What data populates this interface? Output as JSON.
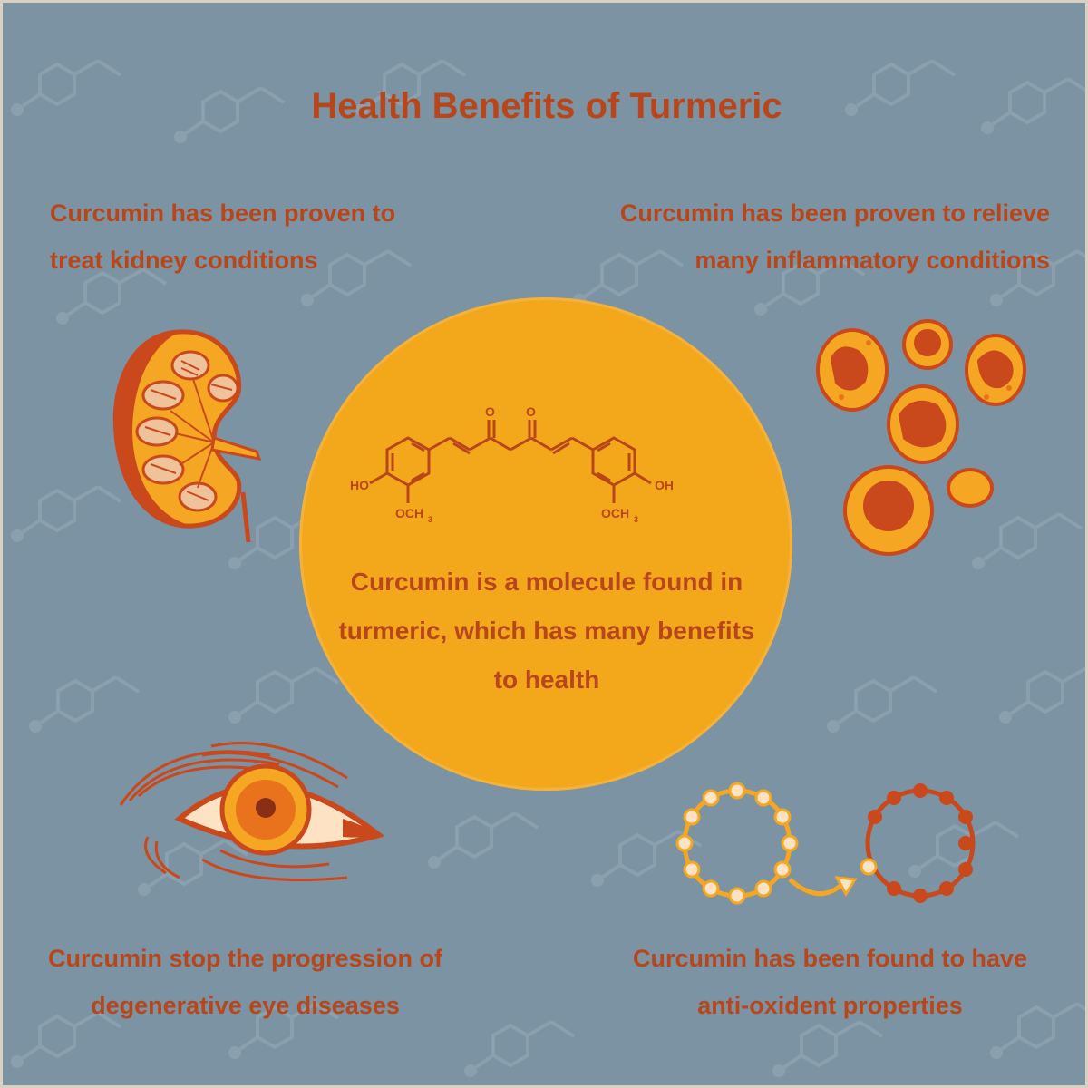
{
  "title": "Health Benefits of Turmeric",
  "kidney_text": "Curcumin has been proven to treat kidney conditions",
  "inflammatory_text": "Curcumin has been proven to relieve many inflammatory conditions",
  "center_text": "Curcumin is a molecule found in turmeric, which has many benefits to health",
  "eye_text": "Curcumin stop the progression of degenerative eye diseases",
  "antioxidant_text": "Curcumin has been found to have anti-oxident properties",
  "molecule_labels": {
    "oxygen_left": "O",
    "oxygen_right": "O",
    "hydroxyl_left": "HO",
    "hydroxyl_right": "OH",
    "methoxy_left": "OCH",
    "methoxy_right": "OCH",
    "subscript": "3"
  },
  "colors": {
    "background": "#7c93a3",
    "accent_text": "#b8461b",
    "circle": "#f3a81c",
    "dark_orange": "#c9481c",
    "light_orange": "#f5a623",
    "cream": "#fde3c4"
  }
}
